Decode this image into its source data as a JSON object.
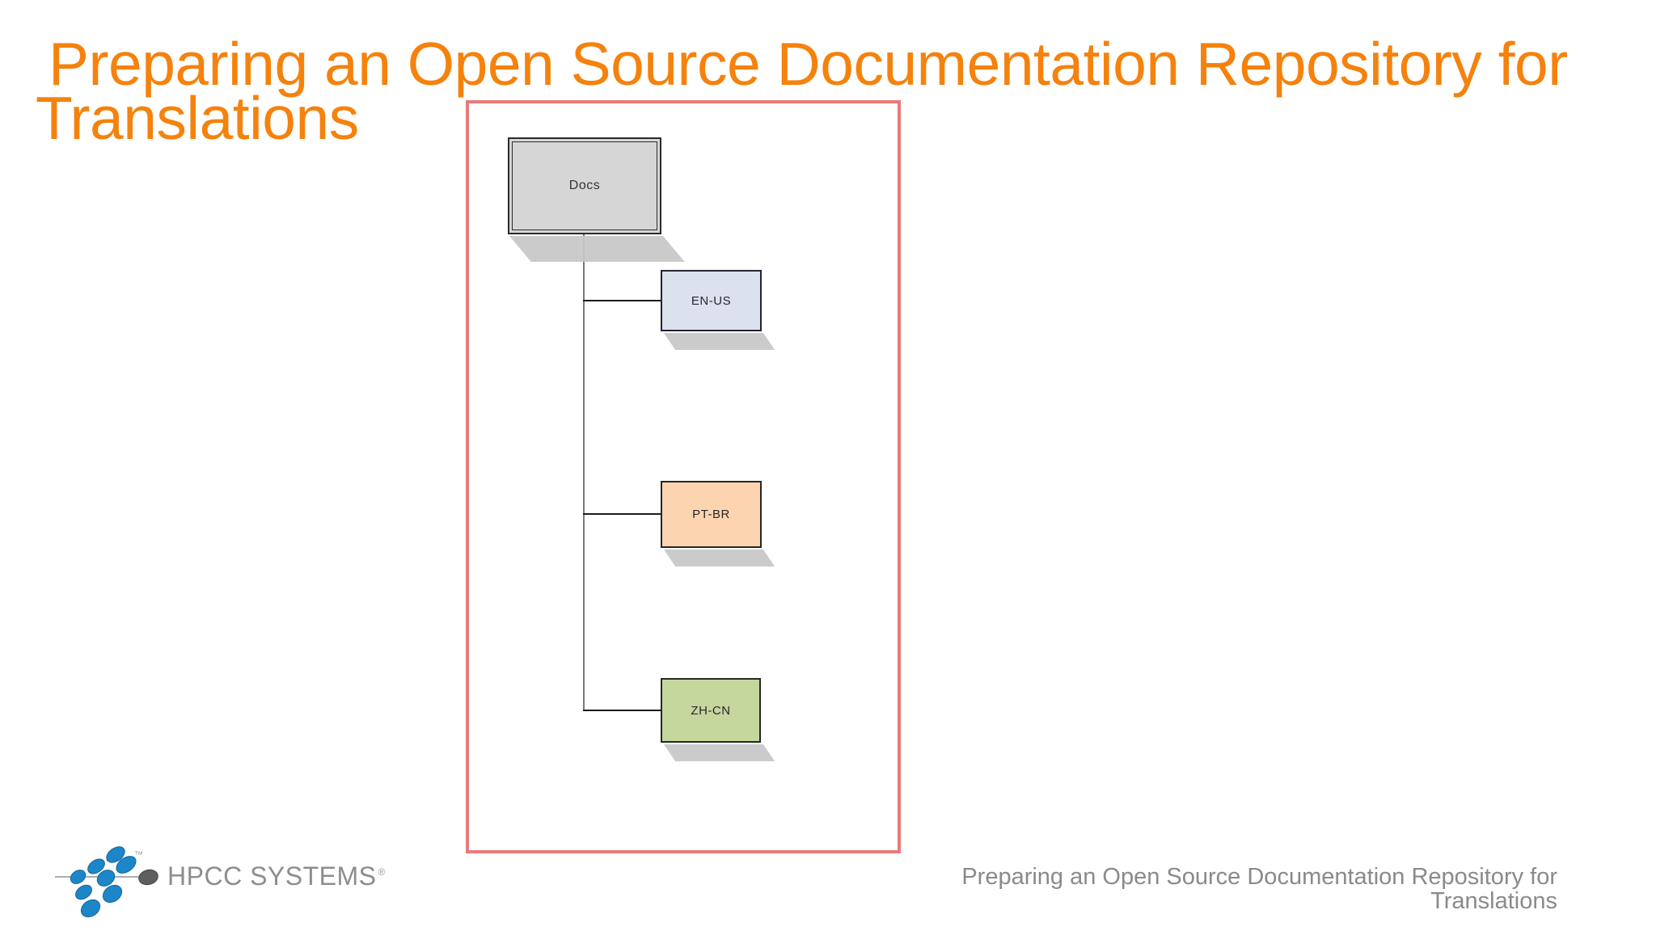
{
  "slide": {
    "title": {
      "lines": [
        "Preparing an Open Source Documentation Repository for",
        "Translations"
      ],
      "color": "#F5820D"
    },
    "diagram": {
      "frame_color": "#E97A7A",
      "line_colors": {
        "trunk": "#7A7A7A",
        "branch": "#1C1C1C"
      },
      "shadow_color": "#C7C7C7",
      "nodes": [
        {
          "id": "docs",
          "label": "Docs",
          "fill": "#D6D6D6"
        },
        {
          "id": "en-us",
          "label": "EN-US",
          "fill": "#DCE1EE"
        },
        {
          "id": "pt-br",
          "label": "PT-BR",
          "fill": "#FCD5B0"
        },
        {
          "id": "zh-cn",
          "label": "ZH-CN",
          "fill": "#C5D79D"
        }
      ],
      "edges": [
        [
          "Docs",
          "EN-US"
        ],
        [
          "Docs",
          "PT-BR"
        ],
        [
          "Docs",
          "ZH-CN"
        ]
      ]
    },
    "logo": {
      "text": "HPCC SYSTEMS",
      "reg_mark": "®",
      "tm_mark": "™",
      "bead_color": "#1C86C8",
      "text_color": "#8D8D8D"
    },
    "footer": {
      "lines": [
        "Preparing an Open Source Documentation Repository for",
        "Translations"
      ],
      "color": "#8A8A8A"
    }
  }
}
